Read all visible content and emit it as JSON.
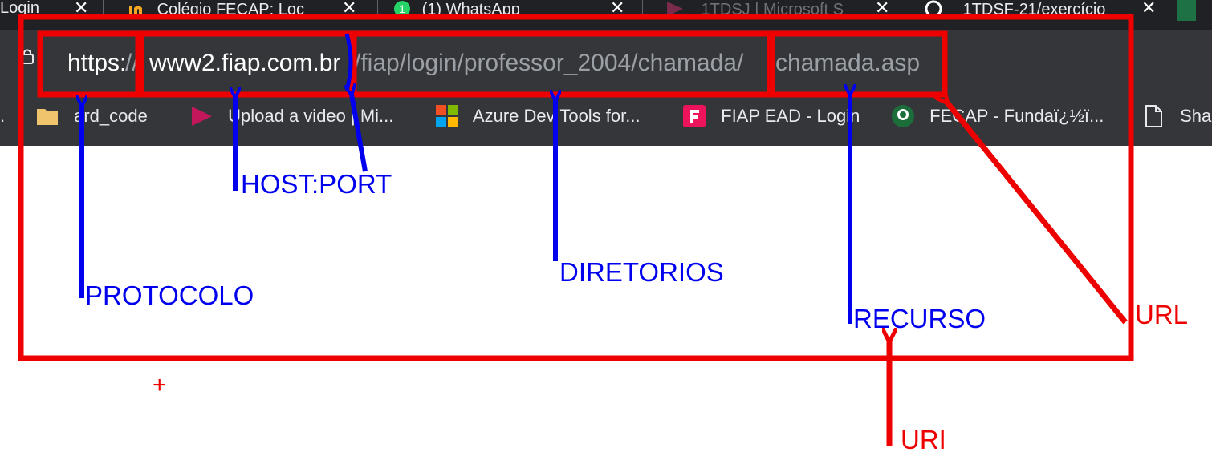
{
  "browser": {
    "tabs": [
      {
        "title": "Login",
        "icon": "login-tab-icon"
      },
      {
        "title": "Colégio FECAP: Loc",
        "icon": "fecap-college-icon"
      },
      {
        "title": "(1) WhatsApp",
        "icon": "whatsapp-icon",
        "badge": "1"
      },
      {
        "title": "1TDSJ | Microsoft S",
        "icon": "microsoft-stream-icon"
      },
      {
        "title": "1TDSF-21/exercício",
        "icon": "github-icon"
      }
    ],
    "address": {
      "protocol": "https:",
      "slashes": "//",
      "host": "www2.fiap.com.br",
      "path": "/fiap/login/professor_2004/chamada/",
      "resource": "chamada.asp"
    },
    "bookmarks": [
      {
        "label": "ard_code",
        "icon": "folder-icon"
      },
      {
        "label": "Upload a video | Mi...",
        "icon": "stream-icon"
      },
      {
        "label": "Azure Dev Tools for...",
        "icon": "microsoft-icon"
      },
      {
        "label": "FIAP EAD - Login",
        "icon": "fiap-icon"
      },
      {
        "label": "FECAP - Fundaï¿½ï...",
        "icon": "fecap-icon"
      },
      {
        "label": "Shar",
        "icon": "document-icon"
      }
    ]
  },
  "annotations": {
    "protocol": "PROTOCOLO",
    "host_port": "HOST:PORT",
    "directories": "DIRETORIOS",
    "resource": "RECURSO",
    "url": "URL",
    "uri": "URI",
    "plus": "+"
  },
  "colors": {
    "chrome_dark": "#202124",
    "toolbar": "#35363a",
    "annotation_red": "#ee0000",
    "annotation_blue": "#0000ee"
  }
}
